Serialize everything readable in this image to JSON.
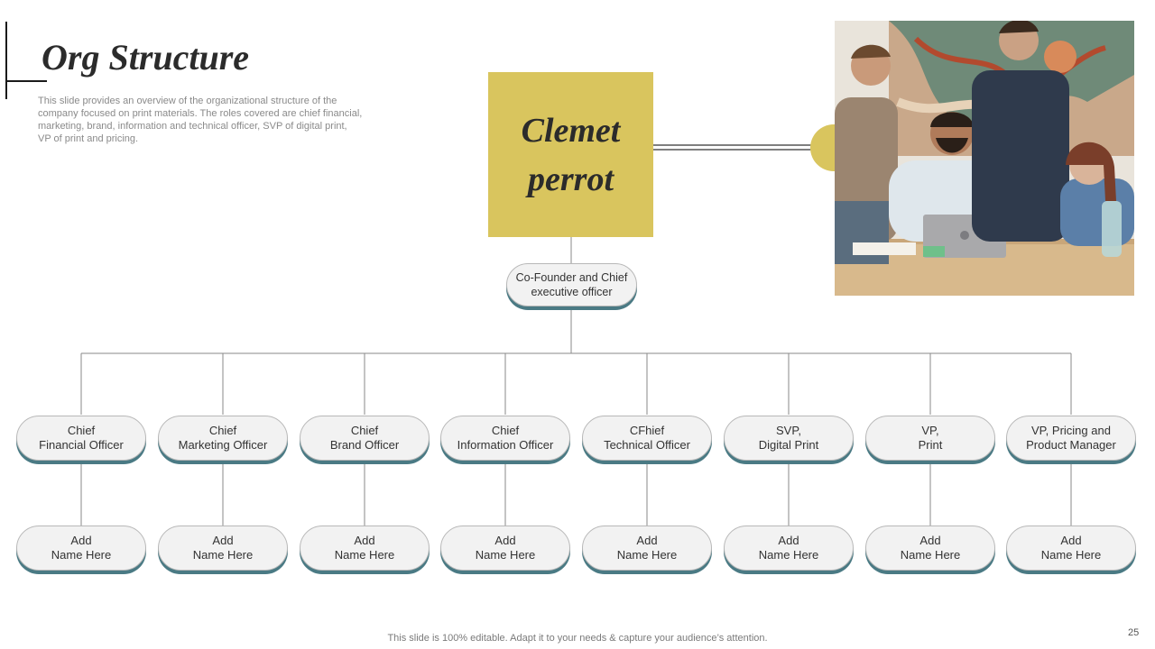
{
  "title": "Org Structure",
  "description": "This slide provides an overview of the organizational structure of the company focused on print materials. The roles covered are chief financial, marketing, brand, information and technical officer, SVP of digital print, VP of print and pricing.",
  "ceo": {
    "name_line1": "Clemet",
    "name_line2": "perrot",
    "role": "Co-Founder and Chief executive officer"
  },
  "roles": [
    {
      "line1": "Chief",
      "line2": "Financial Officer",
      "name1": "Add",
      "name2": "Name Here"
    },
    {
      "line1": "Chief",
      "line2": "Marketing Officer",
      "name1": "Add",
      "name2": "Name Here"
    },
    {
      "line1": "Chief",
      "line2": "Brand Officer",
      "name1": "Add",
      "name2": "Name Here"
    },
    {
      "line1": "Chief",
      "line2": "Information Officer",
      "name1": "Add",
      "name2": "Name Here"
    },
    {
      "line1": "CFhief",
      "line2": "Technical Officer",
      "name1": "Add",
      "name2": "Name Here"
    },
    {
      "line1": "SVP,",
      "line2": "Digital Print",
      "name1": "Add",
      "name2": "Name Here"
    },
    {
      "line1": "VP,",
      "line2": "Print",
      "name1": "Add",
      "name2": "Name Here"
    },
    {
      "line1": "VP, Pricing and",
      "line2": "Product Manager",
      "name1": "Add",
      "name2": "Name Here"
    }
  ],
  "footer": "This slide is 100% editable. Adapt it to your needs & capture your audience’s attention.",
  "page_number": "25",
  "colors": {
    "accent": "#d9c55e",
    "pill_shadow": "#4a7a84",
    "pill_fill": "#f2f2f2"
  }
}
